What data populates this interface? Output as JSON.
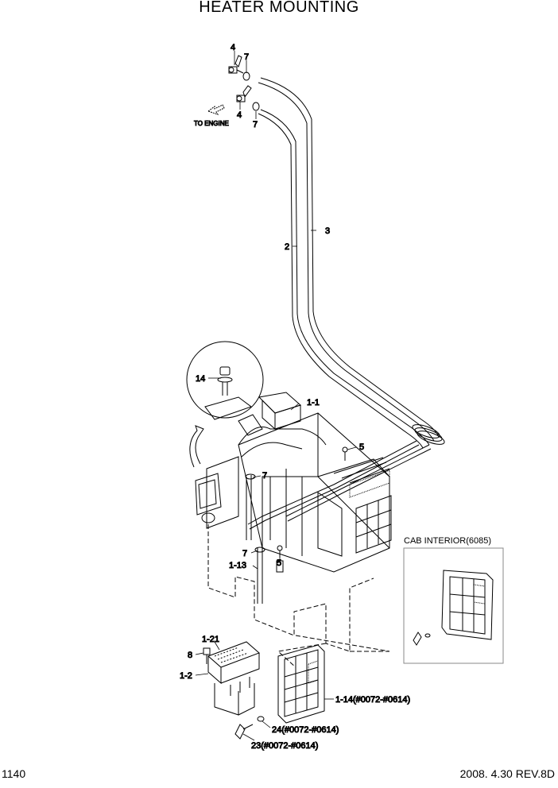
{
  "title": "HEATER MOUNTING",
  "page_number": "1140",
  "revision": "2008. 4.30  REV.8D",
  "to_engine": "TO ENGINE",
  "cab_interior": "CAB INTERIOR(6085)",
  "callouts": {
    "c4a": "4",
    "c7a": "7",
    "c4b": "4",
    "c7b": "7",
    "c3": "3",
    "c2": "2",
    "c14": "14",
    "c1_1": "1-1",
    "c5a": "5",
    "c7c": "7",
    "c7d": "7",
    "c1_13": "1-13",
    "c5b": "5",
    "c1_21": "1-21",
    "c8": "8",
    "c1_2": "1-2",
    "c1_14": "1-14(#0072-#0614)",
    "c24": "24(#0072-#0614)",
    "c23": "23(#0072-#0614)"
  }
}
